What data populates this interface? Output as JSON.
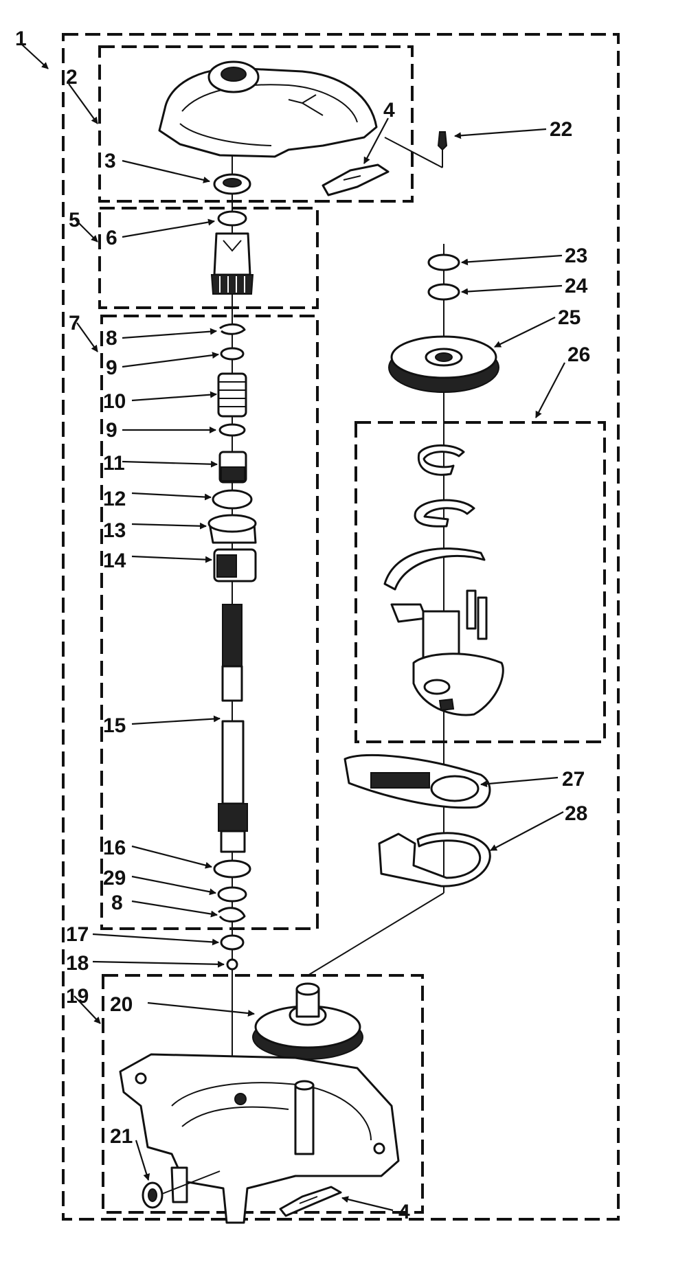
{
  "labels": {
    "l1": "1",
    "l2": "2",
    "l3": "3",
    "l4a": "4",
    "l4b": "4",
    "l5": "5",
    "l6": "6",
    "l7": "7",
    "l8a": "8",
    "l8b": "8",
    "l9a": "9",
    "l9b": "9",
    "l10": "10",
    "l11": "11",
    "l12": "12",
    "l13": "13",
    "l14": "14",
    "l15": "15",
    "l16": "16",
    "l17": "17",
    "l18": "18",
    "l19": "19",
    "l20": "20",
    "l21": "21",
    "l22": "22",
    "l23": "23",
    "l24": "24",
    "l25": "25",
    "l26": "26",
    "l27": "27",
    "l28": "28",
    "l29": "29"
  }
}
